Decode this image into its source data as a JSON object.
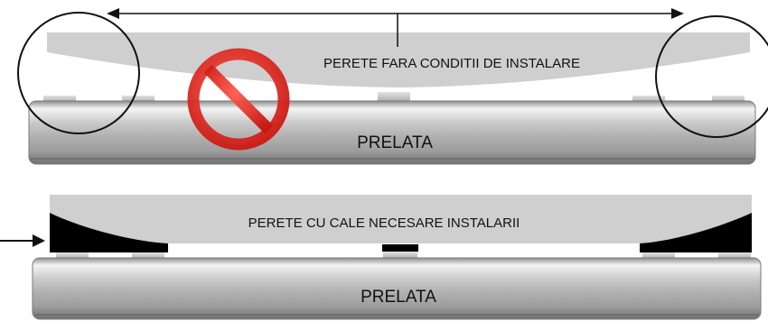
{
  "top_panel": {
    "wall_label": "PERETE FARA CONDITII DE INSTALARE",
    "base_label": "PRELATA",
    "prohibited_icon": "no-entry-sign"
  },
  "bottom_panel": {
    "wall_label": "PERETE CU CALE NECESARE INSTALARII",
    "base_label": "PRELATA"
  },
  "colors": {
    "wall_fill": "#cfcfcf",
    "shim_fill": "#000000",
    "sign_red": "#e0261f"
  }
}
